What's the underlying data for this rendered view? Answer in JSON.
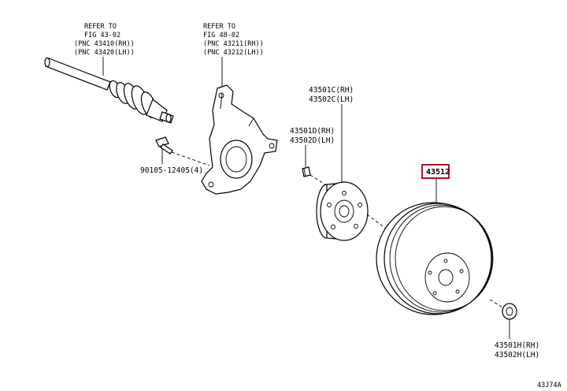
{
  "callouts": {
    "driveshaft_ref": {
      "line1": "REFER TO",
      "line2": "FIG 43-02",
      "line3": "(PNC 43410(RH))",
      "line4": "(PNC 43420(LH))"
    },
    "knuckle_ref": {
      "line1": "REFER TO",
      "line2": "FIG 48-02",
      "line3": "(PNC 43211(RH))",
      "line4": "(PNC 43212(LH))"
    },
    "bolt": {
      "text": "90105-12405(4)"
    },
    "hub_upper": {
      "line1": "43501C(RH)",
      "line2": "43502C(LH)"
    },
    "hub_lower": {
      "line1": "43501D(RH)",
      "line2": "43502D(LH)"
    },
    "disc": {
      "text": "43512",
      "highlight_color": "#b0122c"
    },
    "nut": {
      "line1": "43501H(RH)",
      "line2": "43502H(LH)"
    }
  },
  "figure_code": "43J74A"
}
